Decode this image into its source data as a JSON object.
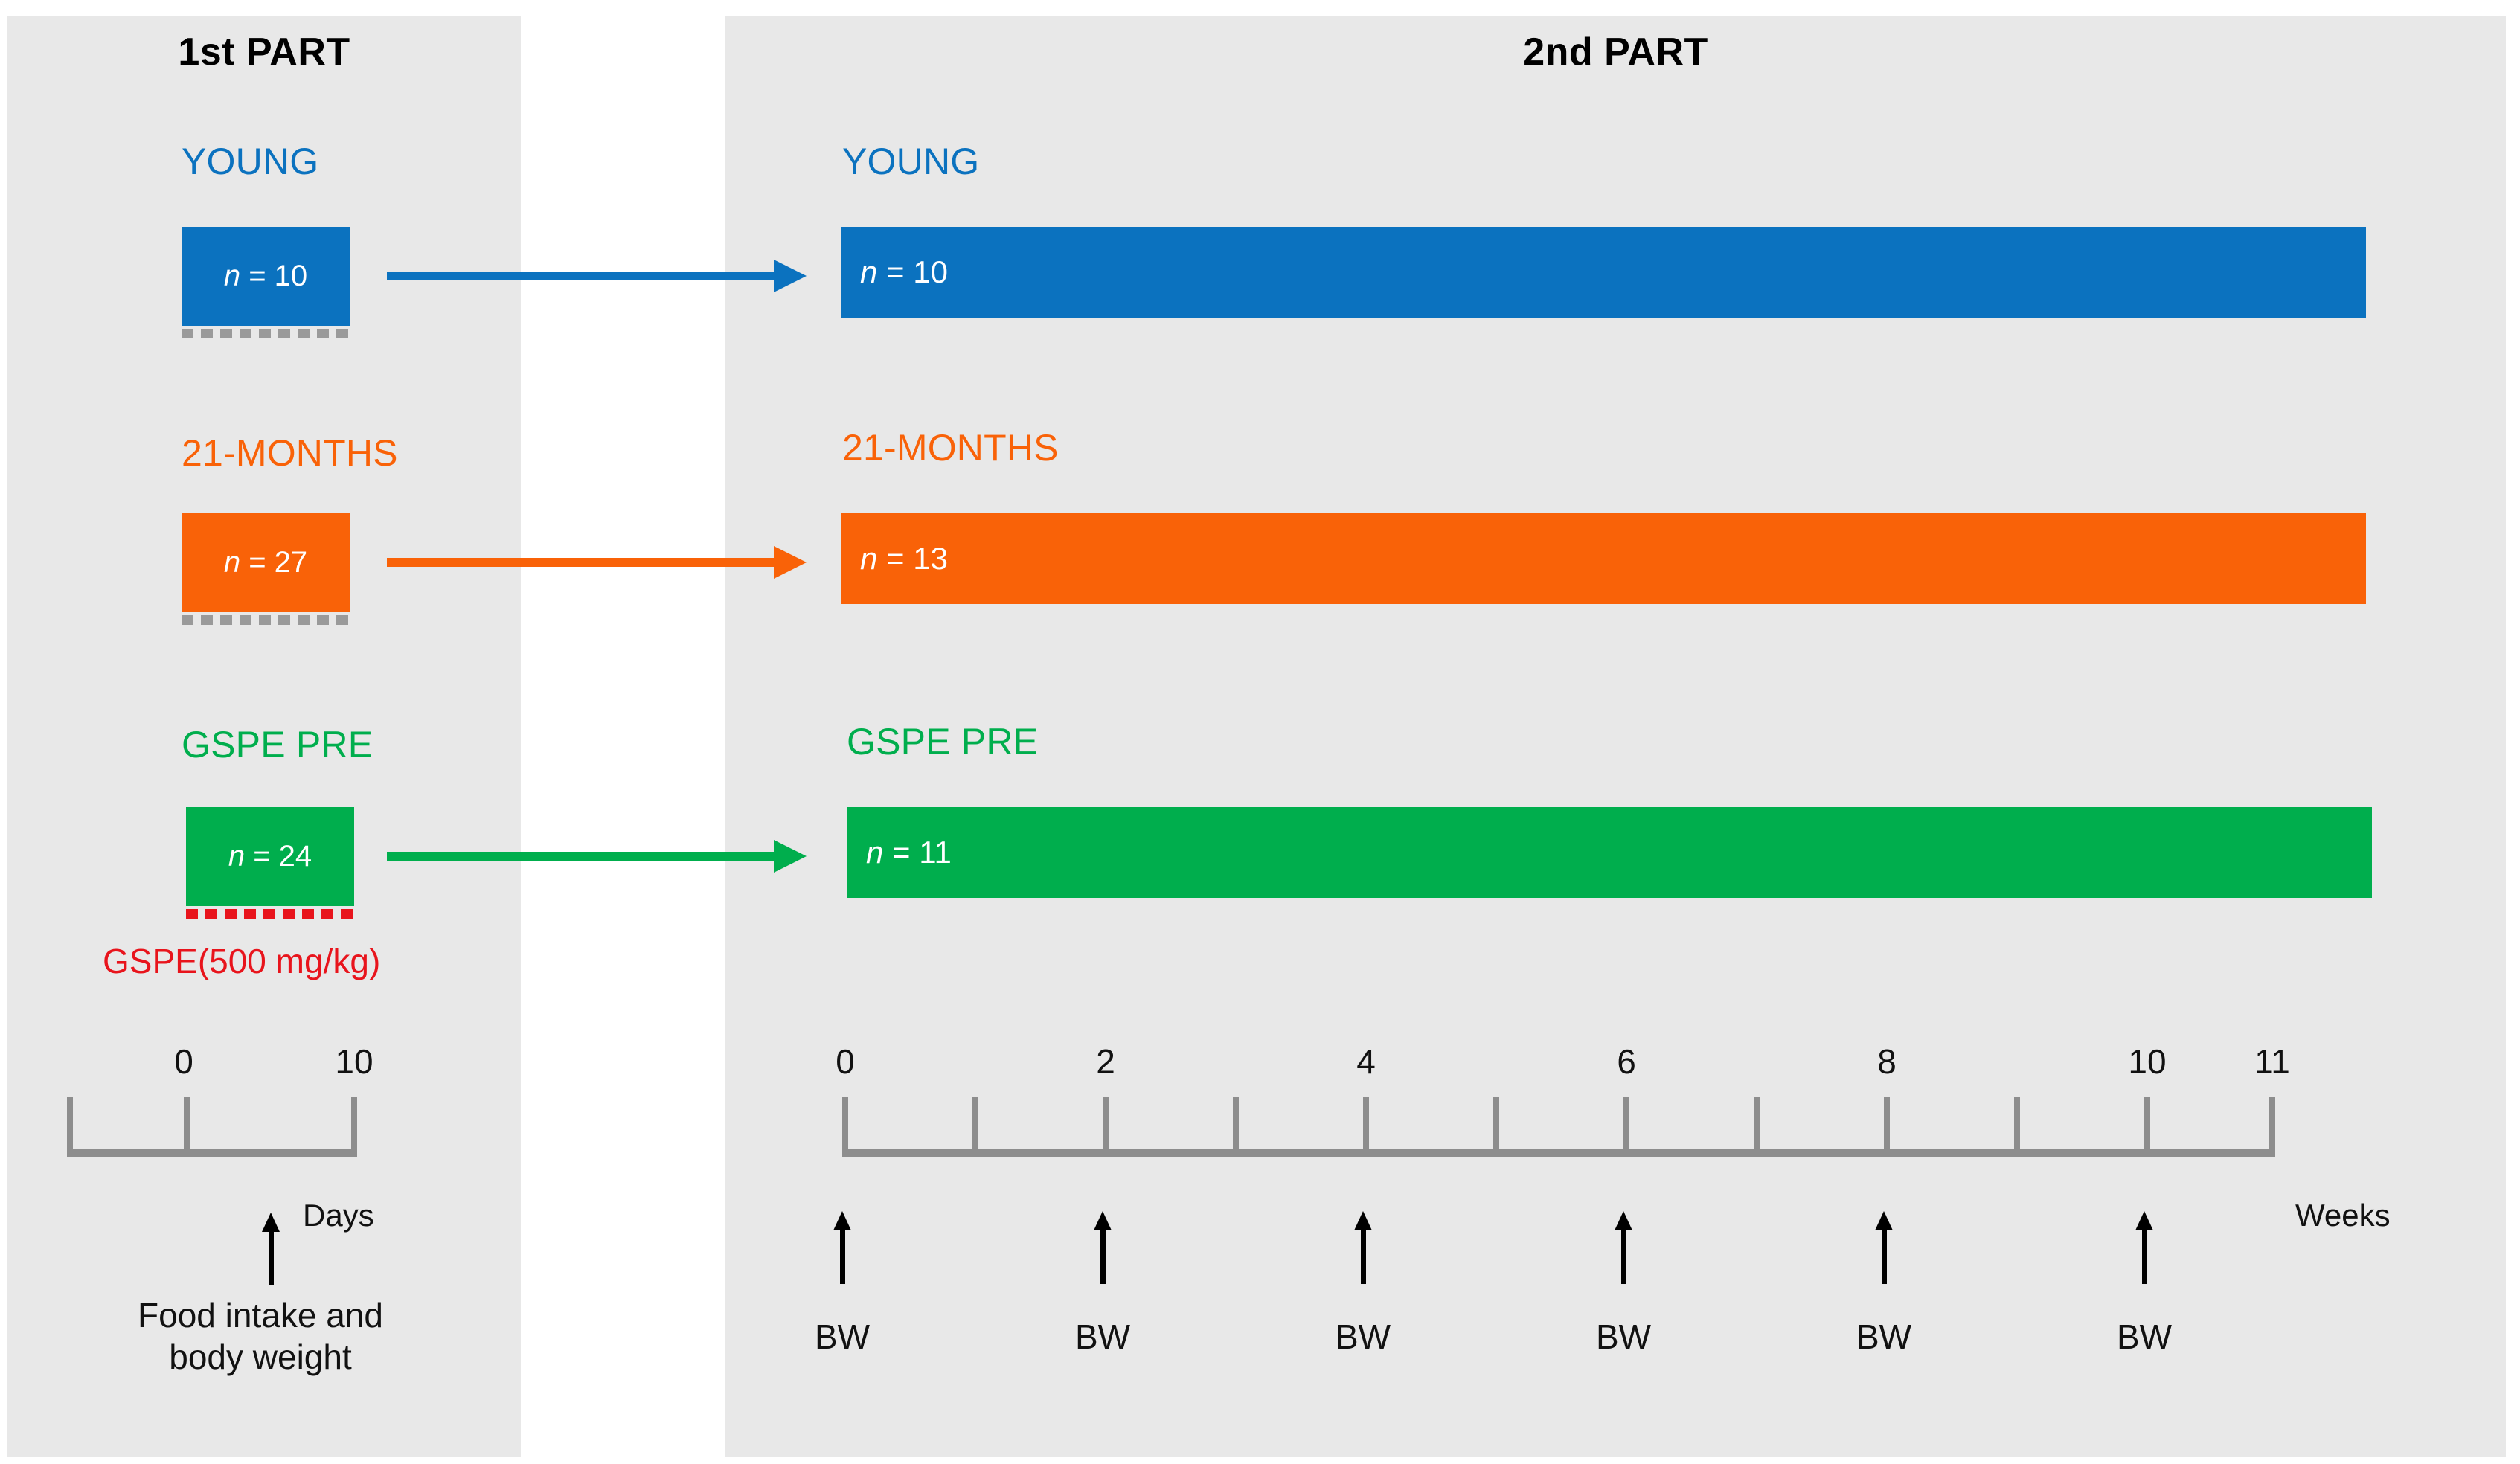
{
  "panels": {
    "left": {
      "title": "1st PART"
    },
    "right": {
      "title": "2nd PART"
    }
  },
  "colors": {
    "young": "#0b72bf",
    "aged": "#f96208",
    "gspe": "#00ae4d",
    "gspe_dose_red": "#e8141c",
    "dashed_gray": "#9a9a9a",
    "axis_gray": "#8d8d8d",
    "panel_bg": "#e8e8e8",
    "page_bg": "#ffffff",
    "text": "#111111"
  },
  "groups": [
    {
      "key": "young",
      "label": "YOUNG",
      "part1_n": "n = 10",
      "part2_label": "YOUNG",
      "part2_n": "n = 10",
      "underline": "gray-dashed"
    },
    {
      "key": "aged",
      "label": "21-MONTHS",
      "part1_n": "n = 27",
      "part2_label": "21-MONTHS",
      "part2_n": "n = 13",
      "underline": "gray-dashed"
    },
    {
      "key": "gspe",
      "label": "GSPE PRE",
      "part1_n": "n = 24",
      "part2_label": "GSPE PRE",
      "part2_n": "n = 11",
      "underline": "red-dashed",
      "treatment_note": "GSPE(500 mg/kg)"
    }
  ],
  "left_axis": {
    "ticks": [
      "0",
      "10"
    ],
    "unit": "Days",
    "marker_note_line1": "Food intake and",
    "marker_note_line2": "body weight"
  },
  "right_axis": {
    "unit": "Weeks",
    "tick_values": [
      0,
      1,
      2,
      3,
      4,
      5,
      6,
      7,
      8,
      9,
      10,
      11
    ],
    "labeled_ticks": [
      "0",
      "2",
      "4",
      "6",
      "8",
      "10",
      "11"
    ],
    "labeled_tick_values": [
      0,
      2,
      4,
      6,
      8,
      10,
      11
    ],
    "measurements": [
      {
        "week": 0,
        "label": "BW"
      },
      {
        "week": 2,
        "label": "BW"
      },
      {
        "week": 4,
        "label": "BW"
      },
      {
        "week": 6,
        "label": "BW"
      },
      {
        "week": 8,
        "label": "BW"
      },
      {
        "week": 10,
        "label": "BW"
      }
    ]
  }
}
